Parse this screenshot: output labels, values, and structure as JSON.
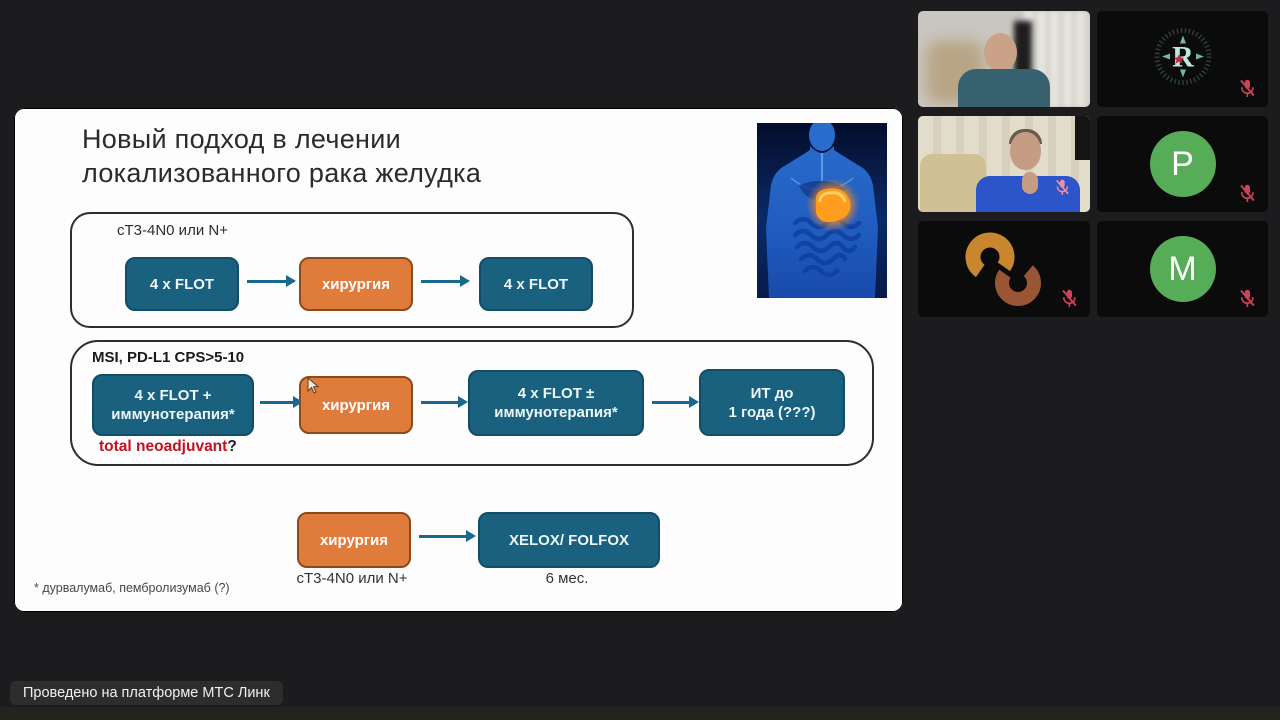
{
  "colors": {
    "teal": "#19617f",
    "orange": "#e07c3b",
    "arrow": "#17698e",
    "red_note": "#c01322",
    "avatar_green": "#57ac57",
    "mic_red": "#cf4257"
  },
  "slide": {
    "title": [
      "Новый подход в лечении",
      "локализованного рака желудка"
    ],
    "protocol1": {
      "label": "cT3-4N0 или N+",
      "step1": "4 x FLOT",
      "step2": "хирургия",
      "step3": "4 x FLOT"
    },
    "protocol2": {
      "label": "MSI, PD-L1 CPS>5-10",
      "step1": [
        "4 x FLOT +",
        "иммунотерапия*"
      ],
      "step2": "хирургия",
      "step3": [
        "4 x FLOT ±",
        "иммунотерапия*"
      ],
      "step4": [
        "ИТ до",
        "1 года (???)"
      ],
      "note": "total neoadjuvant",
      "note_mark": "?"
    },
    "protocol3": {
      "step1": "хирургия",
      "step1_sub": "cT3-4N0 или N+",
      "step2": "XELOX/ FOLFOX",
      "step2_sub": "6 мес."
    },
    "footnote": "* дурвалумаб, пембролизумаб (?)"
  },
  "participants": {
    "avatar_p": "P",
    "avatar_m": "M"
  },
  "platform_badge": "Проведено на платформе МТС Линк"
}
